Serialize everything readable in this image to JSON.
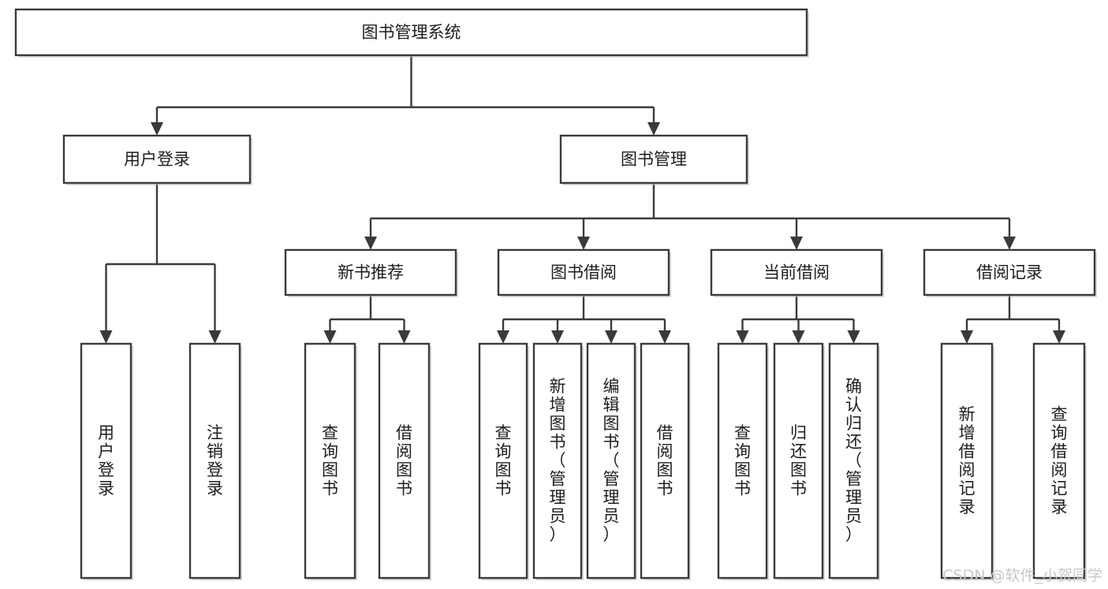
{
  "diagram": {
    "title": "图书管理系统",
    "type": "tree",
    "orientation": "top-down",
    "colors": {
      "box_stroke": "#3a3a3a",
      "box_fill": "#ffffff",
      "connector": "#3a3a3a",
      "label": "#1d1d1d",
      "watermark": "#c8c8c8",
      "background": "#ffffff"
    },
    "nodes": {
      "root": {
        "label": "图书管理系统",
        "level": 1,
        "orientation": "horizontal"
      },
      "level2": [
        {
          "id": "user-login",
          "label": "用户登录",
          "orientation": "horizontal"
        },
        {
          "id": "book-manage",
          "label": "图书管理",
          "orientation": "horizontal"
        }
      ],
      "level3": [
        {
          "id": "new-book-recommend",
          "label": "新书推荐",
          "orientation": "horizontal",
          "parent": "book-manage"
        },
        {
          "id": "book-borrow",
          "label": "图书借阅",
          "orientation": "horizontal",
          "parent": "book-manage"
        },
        {
          "id": "current-borrow",
          "label": "当前借阅",
          "orientation": "horizontal",
          "parent": "book-manage"
        },
        {
          "id": "borrow-record",
          "label": "借阅记录",
          "orientation": "horizontal",
          "parent": "book-manage"
        }
      ],
      "leaves": [
        {
          "id": "leaf-user-login",
          "label": "用户登录",
          "orientation": "vertical",
          "parent": "user-login"
        },
        {
          "id": "leaf-user-logout",
          "label": "注销登录",
          "orientation": "vertical",
          "parent": "user-login"
        },
        {
          "id": "leaf-query-book-1",
          "label": "查询图书",
          "orientation": "vertical",
          "parent": "new-book-recommend"
        },
        {
          "id": "leaf-borrow-book-1",
          "label": "借阅图书",
          "orientation": "vertical",
          "parent": "new-book-recommend"
        },
        {
          "id": "leaf-query-book-2",
          "label": "查询图书",
          "orientation": "vertical",
          "parent": "book-borrow"
        },
        {
          "id": "leaf-add-book",
          "label": "新增图书（管理员）",
          "orientation": "vertical",
          "parent": "book-borrow"
        },
        {
          "id": "leaf-edit-book",
          "label": "编辑图书（管理员）",
          "orientation": "vertical",
          "parent": "book-borrow"
        },
        {
          "id": "leaf-borrow-book-2",
          "label": "借阅图书",
          "orientation": "vertical",
          "parent": "book-borrow"
        },
        {
          "id": "leaf-query-book-3",
          "label": "查询图书",
          "orientation": "vertical",
          "parent": "current-borrow"
        },
        {
          "id": "leaf-return-book",
          "label": "归还图书",
          "orientation": "vertical",
          "parent": "current-borrow"
        },
        {
          "id": "leaf-confirm-return",
          "label": "确认归还（管理员）",
          "orientation": "vertical",
          "parent": "current-borrow"
        },
        {
          "id": "leaf-add-record",
          "label": "新增借阅记录",
          "orientation": "vertical",
          "parent": "borrow-record"
        },
        {
          "id": "leaf-query-record",
          "label": "查询借阅记录",
          "orientation": "vertical",
          "parent": "borrow-record"
        }
      ]
    }
  },
  "watermark": {
    "text": "CSDN @软件_小贺同学"
  }
}
